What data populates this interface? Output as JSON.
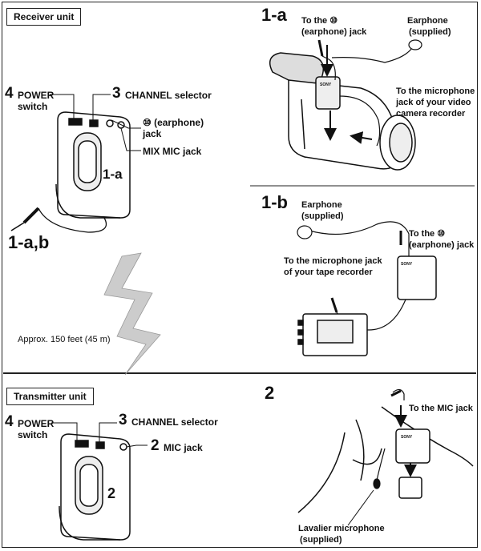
{
  "receiver": {
    "box_label": "Receiver unit",
    "power_num": "4",
    "power_label": "POWER",
    "power_label2": "switch",
    "channel_num": "3",
    "channel_label": "CHANNEL selector",
    "earphone_jack": "⑩ (earphone)",
    "earphone_jack2": "jack",
    "mix_mic": "MIX MIC jack",
    "unit_tag": "1-a",
    "plug_tag": "1-a,b"
  },
  "distance": "Approx. 150 feet (45 m)",
  "transmitter": {
    "box_label": "Transmitter unit",
    "power_num": "4",
    "power_label": "POWER",
    "power_label2": "switch",
    "channel_num": "3",
    "channel_label": "CHANNEL selector",
    "mic_num": "2",
    "mic_label": "MIC jack",
    "unit_tag": "2"
  },
  "panel_1a": {
    "heading": "1-a",
    "to_earphone_1": "To the ⑩",
    "to_earphone_2": "(earphone) jack",
    "earphone_1": "Earphone",
    "earphone_2": "(supplied)",
    "mic_jack_1": "To the microphone",
    "mic_jack_2": "jack of your video",
    "mic_jack_3": "camera recorder",
    "brand": "SONY"
  },
  "panel_1b": {
    "heading": "1-b",
    "earphone_1": "Earphone",
    "earphone_2": "(supplied)",
    "to_earphone_1": "To the ⑩",
    "to_earphone_2": "(earphone) jack",
    "tape_1": "To the microphone jack",
    "tape_2": "of your tape recorder",
    "brand": "SONY"
  },
  "panel_2": {
    "heading": "2",
    "to_mic": "To the MIC jack",
    "lav_1": "Lavalier microphone",
    "lav_2": "(supplied)",
    "brand": "SONY"
  }
}
